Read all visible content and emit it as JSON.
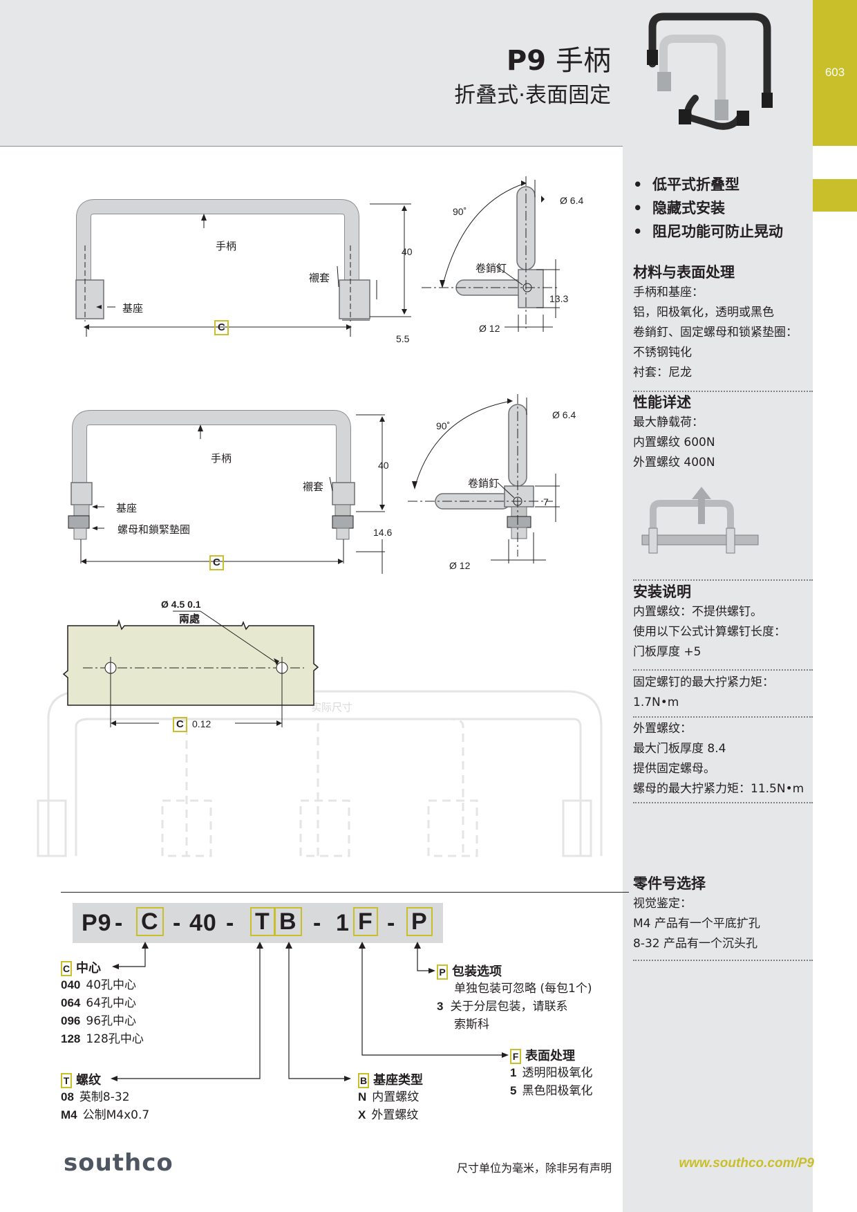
{
  "header": {
    "page_number": "603",
    "title_bold": "P9",
    "title_rest": "手柄",
    "subtitle": "折叠式·表面固定"
  },
  "features": [
    "低平式折叠型",
    "隐藏式安装",
    "阻尼功能可防止晃动"
  ],
  "materials": {
    "title": "材料与表面处理",
    "lines": [
      "手柄和基座：",
      "铝，阳极氧化，透明或黑色",
      "卷銷釘、固定螺母和锁紧垫圈：",
      "不锈钢钝化",
      "衬套：尼龙"
    ]
  },
  "performance": {
    "title": "性能详述",
    "lines": [
      "最大静载荷：",
      "内置螺纹 600N",
      "外置螺纹 400N"
    ]
  },
  "installation": {
    "title": "安装说明",
    "block1": [
      "内置螺纹：不提供螺钉。",
      "使用以下公式计算螺钉长度：",
      "门板厚度 +5"
    ],
    "block2": [
      "固定螺钉的最大拧紧力矩：",
      "1.7N•m"
    ],
    "block3": [
      "外置螺纹：",
      "最大门板厚度 8.4",
      "提供固定螺母。",
      "螺母的最大拧紧力矩：11.5N•m"
    ]
  },
  "part_selection": {
    "title": "零件号选择",
    "lines": [
      "视觉鉴定：",
      "M4 产品有一个平底扩孔",
      "8-32 产品有一个沉头孔"
    ]
  },
  "drawing1": {
    "handle": "手柄",
    "bushing": "襯套",
    "base": "基座",
    "pin": "卷銷釘",
    "c": "C",
    "dim_40": "40",
    "dim_55": "5.5",
    "dim_133": "13.3",
    "dim_64": "Ø 6.4",
    "dim_12": "Ø 12",
    "angle": "90˚"
  },
  "drawing2": {
    "handle": "手柄",
    "bushing": "襯套",
    "base": "基座",
    "nut": "螺母和鎖緊墊圈",
    "pin": "卷銷釘",
    "c": "C",
    "dim_40": "40",
    "dim_146": "14.6",
    "dim_7": "7",
    "dim_64": "Ø 6.4",
    "dim_12": "Ø 12",
    "angle": "90˚"
  },
  "drawing3": {
    "hole": "Ø 4.5  0.1",
    "hole_note": "兩處",
    "c": "C",
    "tol": "0.12",
    "actual_size": "实际尺寸"
  },
  "part_number": {
    "p9": "P9",
    "dash": "-",
    "c": "C",
    "forty": "40",
    "t": "T",
    "b": "B",
    "one": "1",
    "f": "F",
    "p": "P"
  },
  "options": {
    "center": {
      "box": "C",
      "title": "中心",
      "items": [
        {
          "code": "040",
          "text": "40孔中心"
        },
        {
          "code": "064",
          "text": "64孔中心"
        },
        {
          "code": "096",
          "text": "96孔中心"
        },
        {
          "code": "128",
          "text": "128孔中心"
        }
      ]
    },
    "thread": {
      "box": "T",
      "title": "螺纹",
      "items": [
        {
          "code": "08",
          "text": "英制8-32"
        },
        {
          "code": "M4",
          "text": "公制M4x0.7"
        }
      ]
    },
    "base": {
      "box": "B",
      "title": "基座类型",
      "items": [
        {
          "code": "N",
          "text": "内置螺纹"
        },
        {
          "code": "X",
          "text": "外置螺纹"
        }
      ]
    },
    "finish": {
      "box": "F",
      "title": "表面处理",
      "items": [
        {
          "code": "1",
          "text": "透明阳极氧化"
        },
        {
          "code": "5",
          "text": "黑色阳极氧化"
        }
      ]
    },
    "packaging": {
      "box": "P",
      "title": "包装选项",
      "line1": "单独包装可忽略 (每包1个)",
      "code3": "3",
      "line2": "关于分层包装，请联系",
      "line3": "索斯科"
    }
  },
  "footer": {
    "logo": "southco",
    "note": "尺寸单位为毫米，除非另有声明",
    "url": "www.southco.com/P9"
  }
}
